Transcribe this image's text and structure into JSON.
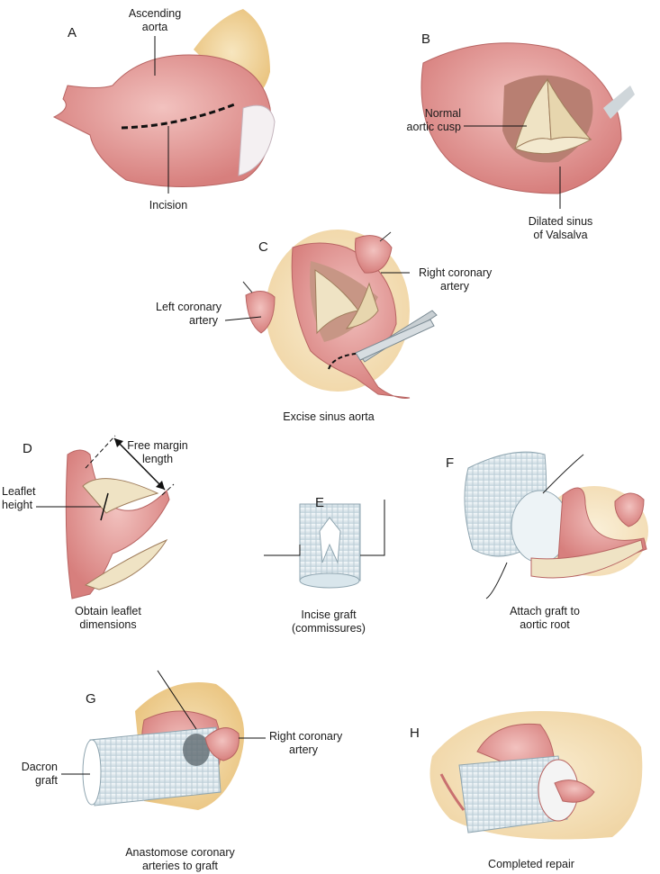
{
  "panels": {
    "a": "A",
    "b": "B",
    "c": "C",
    "d": "D",
    "e": "E",
    "f": "F",
    "g": "G",
    "h": "H"
  },
  "labels": {
    "ascending_aorta": [
      "Ascending",
      "aorta"
    ],
    "incision": "Incision",
    "normal_aortic_cusp": [
      "Normal",
      "aortic cusp"
    ],
    "dilated_sinus": [
      "Dilated sinus",
      "of Valsalva"
    ],
    "right_coronary_c": [
      "Right coronary",
      "artery"
    ],
    "left_coronary_c": [
      "Left coronary",
      "artery"
    ],
    "excise_sinus": "Excise sinus aorta",
    "free_margin": [
      "Free margin",
      "length"
    ],
    "leaflet_height": [
      "Leaflet",
      "height"
    ],
    "obtain_leaflet": [
      "Obtain leaflet",
      "dimensions"
    ],
    "incise_graft": [
      "Incise graft",
      "(commissures)"
    ],
    "attach_graft": [
      "Attach graft to",
      "aortic root"
    ],
    "right_coronary_g": [
      "Right coronary",
      "artery"
    ],
    "dacron_graft": [
      "Dacron",
      "graft"
    ],
    "anastomose": [
      "Anastomose coronary",
      "arteries to graft"
    ],
    "completed_repair": "Completed repair"
  },
  "colors": {
    "tissue": "#e9a2a0",
    "tissue_dark": "#c9706f",
    "fat": "#f1d8a0",
    "graft": "#e4eef3",
    "leaflet": "#efe3c4"
  }
}
